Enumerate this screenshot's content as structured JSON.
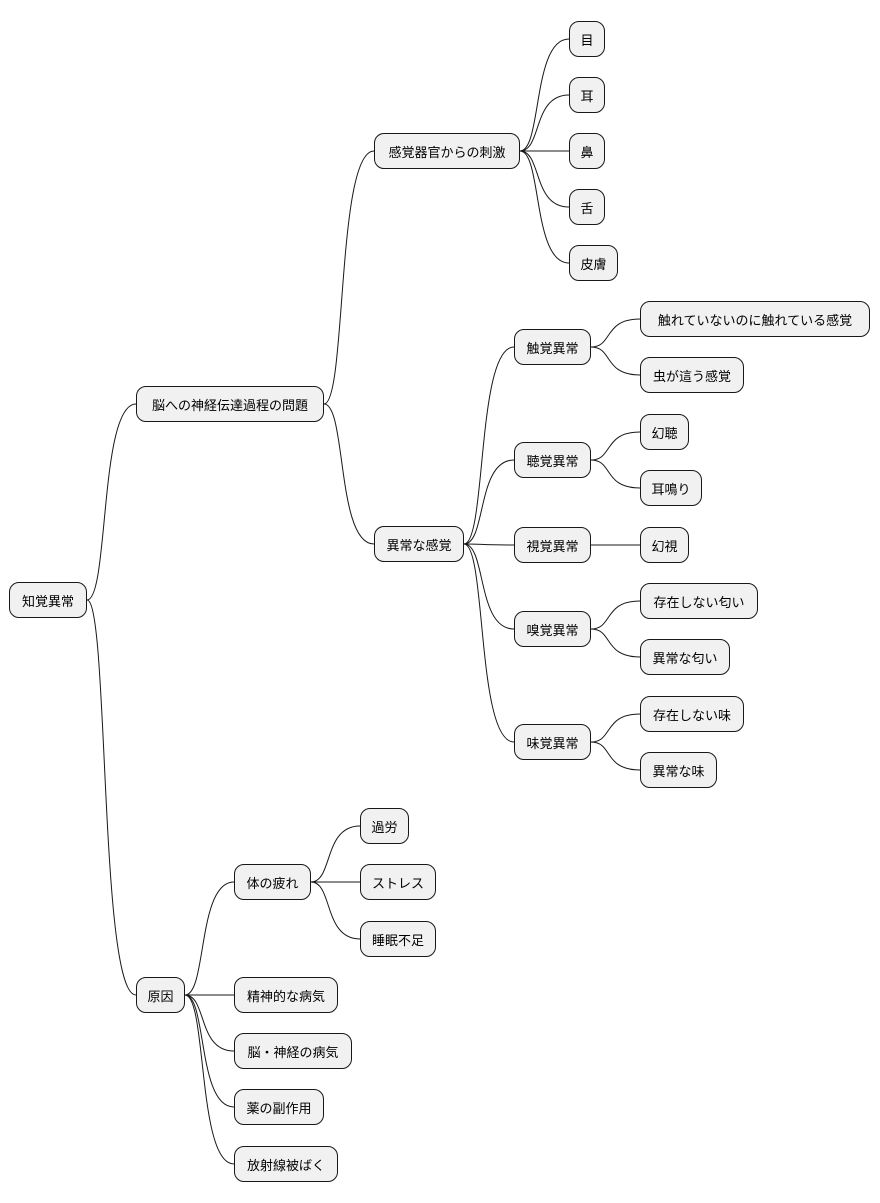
{
  "mindmap": {
    "root": "知覚異常",
    "branches": {
      "nerve_problem": {
        "label": "脳への神経伝達過程の問題",
        "sense_stimulus": {
          "label": "感覚器官からの刺激",
          "items": [
            "目",
            "耳",
            "鼻",
            "舌",
            "皮膚"
          ]
        },
        "abnormal_sense": {
          "label": "異常な感覚",
          "touch": {
            "label": "触覚異常",
            "items": [
              "触れていないのに触れている感覚",
              "虫が這う感覚"
            ]
          },
          "hearing": {
            "label": "聴覚異常",
            "items": [
              "幻聴",
              "耳鳴り"
            ]
          },
          "vision": {
            "label": "視覚異常",
            "items": [
              "幻視"
            ]
          },
          "smell": {
            "label": "嗅覚異常",
            "items": [
              "存在しない匂い",
              "異常な匂い"
            ]
          },
          "taste": {
            "label": "味覚異常",
            "items": [
              "存在しない味",
              "異常な味"
            ]
          }
        }
      },
      "cause": {
        "label": "原因",
        "fatigue": {
          "label": "体の疲れ",
          "items": [
            "過労",
            "ストレス",
            "睡眠不足"
          ]
        },
        "items": [
          "精神的な病気",
          "脳・神経の病気",
          "薬の副作用",
          "放射線被ばく"
        ]
      }
    }
  }
}
